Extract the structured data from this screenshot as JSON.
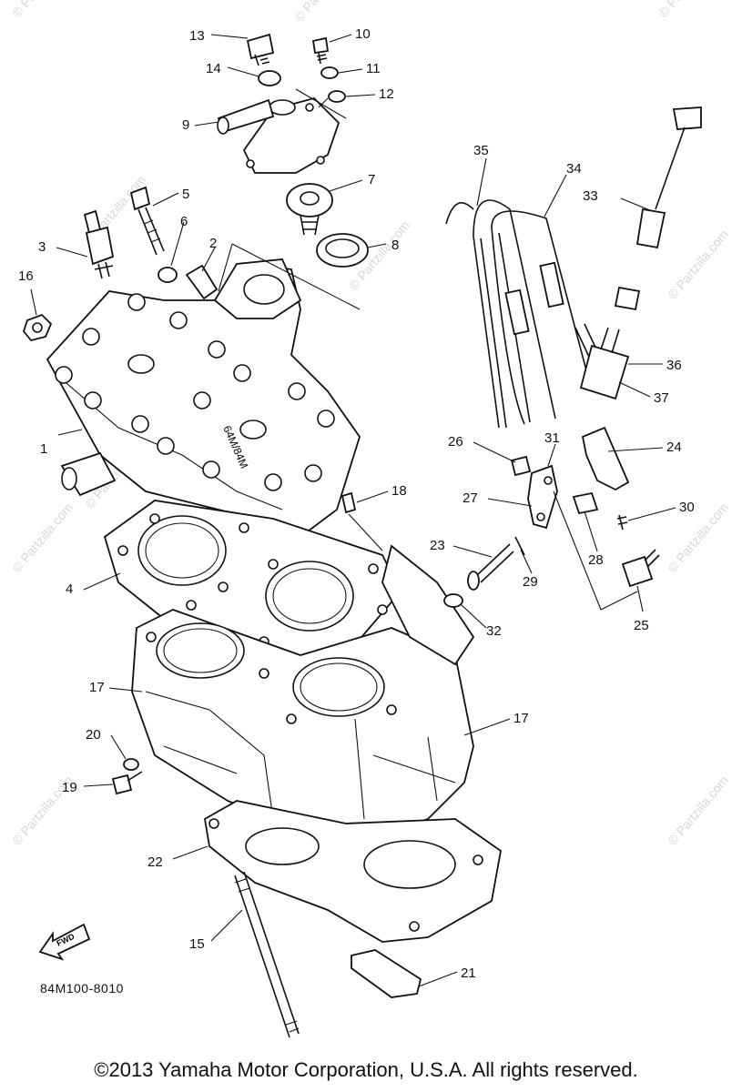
{
  "callouts": [
    {
      "num": "1"
    },
    {
      "num": "2"
    },
    {
      "num": "3"
    },
    {
      "num": "4"
    },
    {
      "num": "5"
    },
    {
      "num": "6"
    },
    {
      "num": "7"
    },
    {
      "num": "8"
    },
    {
      "num": "9"
    },
    {
      "num": "10"
    },
    {
      "num": "11"
    },
    {
      "num": "12"
    },
    {
      "num": "13"
    },
    {
      "num": "14"
    },
    {
      "num": "15"
    },
    {
      "num": "16"
    },
    {
      "num": "17"
    },
    {
      "num": "17"
    },
    {
      "num": "18"
    },
    {
      "num": "19"
    },
    {
      "num": "20"
    },
    {
      "num": "21"
    },
    {
      "num": "22"
    },
    {
      "num": "23"
    },
    {
      "num": "24"
    },
    {
      "num": "25"
    },
    {
      "num": "26"
    },
    {
      "num": "27"
    },
    {
      "num": "28"
    },
    {
      "num": "29"
    },
    {
      "num": "30"
    },
    {
      "num": "31"
    },
    {
      "num": "32"
    },
    {
      "num": "33"
    },
    {
      "num": "34"
    },
    {
      "num": "35"
    },
    {
      "num": "36"
    },
    {
      "num": "37"
    }
  ],
  "part_code": "84M100-8010",
  "fwd_label": "FWD",
  "head_marking": "64M/84M",
  "watermark": "© Partzilla.com",
  "copyright": "©2013  Yamaha Motor Corporation, U.S.A. All rights reserved."
}
